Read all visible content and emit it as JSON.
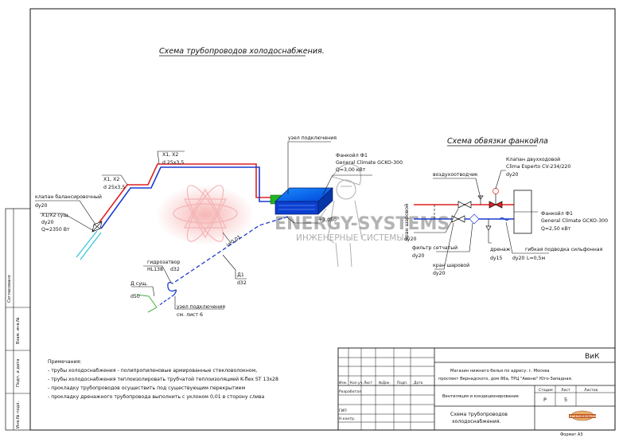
{
  "titles": {
    "main": "Схема трубопроводов холодоснабжения.",
    "fancoil": "Схема обвязки фанкойла"
  },
  "left_scheme": {
    "node_connection": "узел подключения",
    "fancoil_name": "Фанкойл Ф1",
    "fancoil_model": "General Climate GCKO-300",
    "fancoil_power": "Q=3,00 кВт",
    "pipe_x1x2_upper": "Х1, Х2",
    "pipe_d25_upper": "d 25х3,5",
    "pipe_x1x2_lower": "Х1, Х2",
    "pipe_d25_lower": "d 25х3,5",
    "balance_valve": "клапан балансировочный",
    "balance_valve_dy": "dy20",
    "existing_riser": "Х1/Х2 сущ.",
    "existing_riser_dy": "dy20",
    "existing_riser_q": "Q=2350 Вт",
    "elevation": "+3,050",
    "slope": "i=0,01",
    "water_seal": "гидрозатвор",
    "water_seal_model": "HL138",
    "water_seal_d": "d32",
    "drain": "Д1",
    "drain_d": "d32",
    "existing_drain": "Д сущ.",
    "existing_drain_d": "d50",
    "node_connection_bottom": "узел подключения",
    "see_sheet": "см. лист 6"
  },
  "fancoil_scheme": {
    "air_vent": "воздухоотводчик",
    "two_way_valve": "Клапан двухходовой",
    "two_way_valve_model": "Clima Esperto CV-234/220",
    "two_way_valve_dy": "dy20",
    "fancoil_name": "Фанкойл Ф1",
    "fancoil_model": "General Climate GCKO-300",
    "fancoil_power": "Q=2,50 кВт",
    "ball_valve_1": "кран шаровой",
    "ball_valve_1_dy": "dy20",
    "mesh_filter": "фильтр сетчатый",
    "mesh_filter_dy": "dy20",
    "ball_valve_2": "кран шаровой",
    "ball_valve_2_dy": "dy20",
    "drain": "дренаж",
    "drain_dy": "dy15",
    "flex_hose": "гибкая подводка сильфонная",
    "flex_hose_dy": "dy20",
    "flex_hose_l": "L=0,5м"
  },
  "watermark": {
    "brand": "ENERGY-SYSTEMS",
    "subtitle": "ИНЖЕНЕРНЫЕ СИСТЕМЫ"
  },
  "notes": {
    "heading": "Примечания:",
    "items": [
      "- трубы холодоснабжения - полипропиленовые армированные стекловолокном,",
      "- трубы холодоснабжения теплоизолировать трубчатой теплоизоляцией K-flex ST 13х28",
      "- прокладку трубопроводов осуществить под существующим перекрытием",
      "- прокладку дренажного трубопровода выполнить с уклоном 0,01 в сторону слива"
    ]
  },
  "side_stamps": [
    "Согласовано",
    "Взам. инв.№",
    "Подп. и дата",
    "Инв.№ подл."
  ],
  "title_block": {
    "code": "ВиК",
    "address_1": "Магазин нижнего белья          по адресу: г. Москва",
    "address_2": "проспект Вернадского, дом 86а, ТРЦ \"Авеню\" Юго-Западная.",
    "section": "Вентиляция и кондиционирование",
    "drawing_1": "Схема трубопроводов",
    "drawing_2": "холодоснабжения.",
    "cols": [
      "Изм.",
      "Кол.уч.",
      "Лист",
      "№Док.",
      "Подп.",
      "Дата"
    ],
    "roles": [
      "Разработал",
      "ГИП",
      "Н.контр."
    ],
    "stage_h": "Стадия",
    "sheet_h": "Лист",
    "sheets_h": "Листов",
    "stage": "Р",
    "sheet": "5",
    "format": "Формат   А3",
    "logo": "ENERGY-SYSTEMS"
  }
}
